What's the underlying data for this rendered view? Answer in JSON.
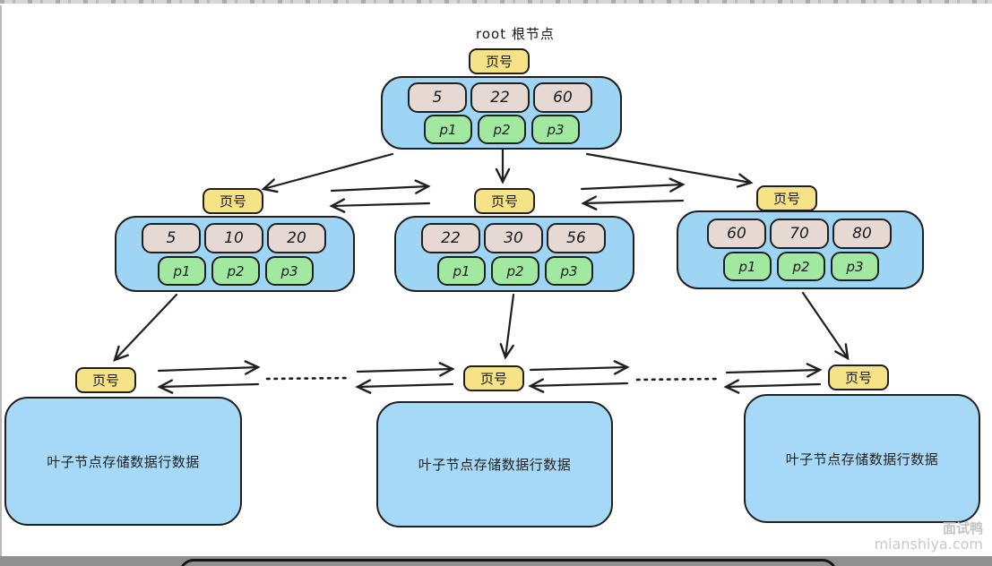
{
  "diagram": {
    "root_label": "root 根节点",
    "tab_label": "页号",
    "nodes": {
      "root": {
        "keys": [
          "5",
          "22",
          "60"
        ],
        "pointers": [
          "p1",
          "p2",
          "p3"
        ]
      },
      "internal": [
        {
          "keys": [
            "5",
            "10",
            "20"
          ],
          "pointers": [
            "p1",
            "p2",
            "p3"
          ]
        },
        {
          "keys": [
            "22",
            "30",
            "56"
          ],
          "pointers": [
            "p1",
            "p2",
            "p3"
          ]
        },
        {
          "keys": [
            "60",
            "70",
            "80"
          ],
          "pointers": [
            "p1",
            "p2",
            "p3"
          ]
        }
      ],
      "leaves": [
        "叶子节点存储数据行数据",
        "叶子节点存储数据行数据",
        "叶子节点存储数据行数据"
      ]
    },
    "colors": {
      "node_fill": "#9ed5f4",
      "leaf_fill": "#a6d9f7",
      "tab_fill": "#f7e387",
      "key_fill": "#e6d9d4",
      "pointer_fill": "#a1e8a1",
      "stroke": "#1f1f1f"
    }
  },
  "watermark": {
    "brand": "面试鸭",
    "site": "mianshiya.com"
  }
}
